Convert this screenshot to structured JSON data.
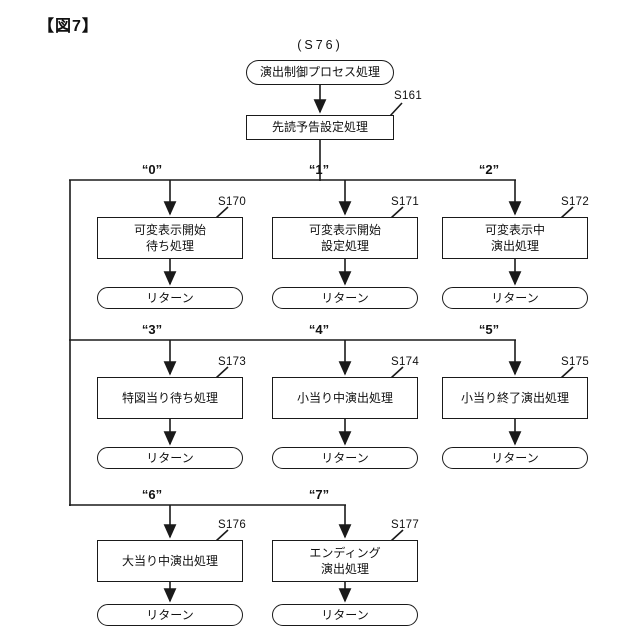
{
  "figure_label": "【図7】",
  "start": {
    "step_label": "(S76)",
    "title": "演出制御プロセス処理"
  },
  "setup": {
    "step_label": "S161",
    "title": "先読予告設定処理"
  },
  "branches": [
    {
      "case": "“0”",
      "step_label": "S170",
      "line1": "可変表示開始",
      "line2": "待ち処理",
      "return_label": "リターン"
    },
    {
      "case": "“1”",
      "step_label": "S171",
      "line1": "可変表示開始",
      "line2": "設定処理",
      "return_label": "リターン"
    },
    {
      "case": "“2”",
      "step_label": "S172",
      "line1": "可変表示中",
      "line2": "演出処理",
      "return_label": "リターン"
    },
    {
      "case": "“3”",
      "step_label": "S173",
      "line1": "特図当り待ち処理",
      "return_label": "リターン"
    },
    {
      "case": "“4”",
      "step_label": "S174",
      "line1": "小当り中演出処理",
      "return_label": "リターン"
    },
    {
      "case": "“5”",
      "step_label": "S175",
      "line1": "小当り終了演出処理",
      "return_label": "リターン"
    },
    {
      "case": "“6”",
      "step_label": "S176",
      "line1": "大当り中演出処理",
      "return_label": "リターン"
    },
    {
      "case": "“7”",
      "step_label": "S177",
      "line1": "エンディング",
      "line2": "演出処理",
      "return_label": "リターン"
    }
  ],
  "line_color": "#1a1a1a"
}
